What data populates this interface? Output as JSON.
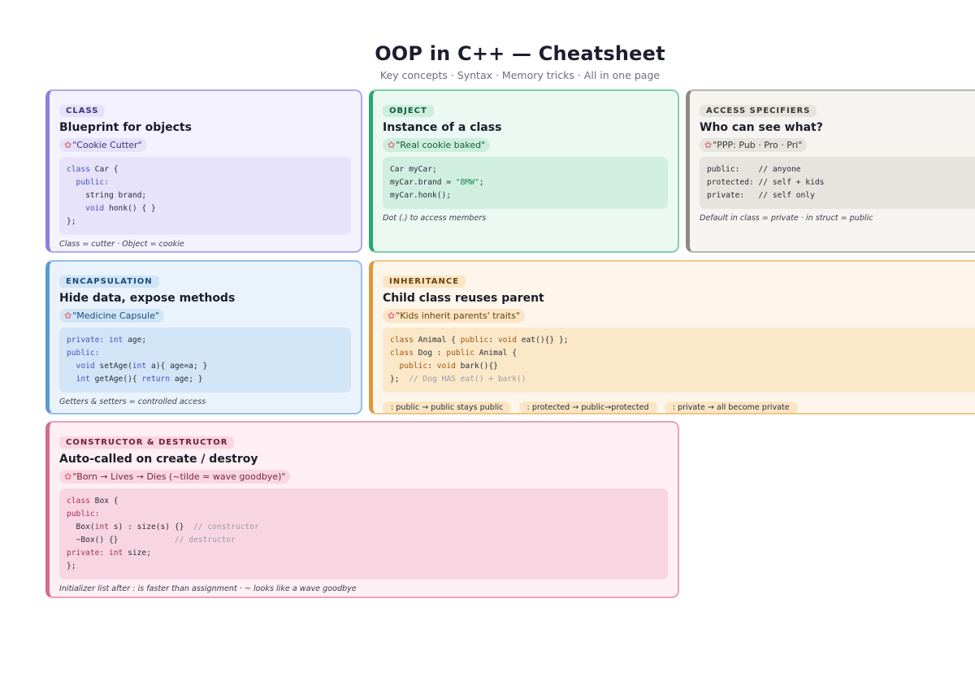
{
  "header": {
    "title": "OOP in C++ — Cheatsheet",
    "subtitle": "Key concepts · Syntax · Memory tricks · All in one page"
  },
  "cards": {
    "class": {
      "tag": "CLASS",
      "heading": "Blueprint for objects",
      "memory": "\"Cookie Cutter\"",
      "code": {
        "l1a": "class",
        "l1b": " Car {",
        "l2a": "  public:",
        "l3": "    string brand;",
        "l4a": "    void",
        "l4b": " honk() { }",
        "l5": "};"
      },
      "note": "Class = cutter · Object = cookie"
    },
    "object": {
      "tag": "OBJECT",
      "heading": "Instance of a class",
      "memory": "\"Real cookie baked\"",
      "code": {
        "l1": "Car myCar;",
        "l2a": "myCar.brand = ",
        "l2b": "\"BMW\"",
        "l2c": ";",
        "l3": "myCar.honk();"
      },
      "note": "Dot (.) to access members"
    },
    "access": {
      "tag": "ACCESS SPECIFIERS",
      "heading": "Who can see what?",
      "memory": "\"PPP: Pub · Pro · Pri\"",
      "code": {
        "l1": "public:    // anyone",
        "l2": "protected: // self + kids",
        "l3": "private:   // self only"
      },
      "note": "Default in class = private · in struct = public"
    },
    "encapsulation": {
      "tag": "ENCAPSULATION",
      "heading": "Hide data, expose methods",
      "memory": "\"Medicine Capsule\"",
      "code": {
        "l1a": "private:",
        "l1b": " int",
        "l1c": " age;",
        "l2": "public:",
        "l3a": "  void",
        "l3b": " setAge(",
        "l3c": "int",
        "l3d": " a){ age=a; }",
        "l4a": "  int",
        "l4b": " getAge(){ ",
        "l4c": "return",
        "l4d": " age; }"
      },
      "note": "Getters & setters = controlled access"
    },
    "inheritance": {
      "tag": "INHERITANCE",
      "heading": "Child class reuses parent",
      "memory": "\"Kids inherit parents' traits\"",
      "code": {
        "l1a": "class",
        "l1b": " Animal { ",
        "l1c": "public",
        "l1d": ": ",
        "l1e": "void",
        "l1f": " eat(){} };",
        "l2a": "class",
        "l2b": " Dog : ",
        "l2c": "public",
        "l2d": " Animal {",
        "l3a": "  public",
        "l3b": ": ",
        "l3c": "void",
        "l3d": " bark(){}",
        "l4a": "};  ",
        "l4b": "// Dog HAS eat() + bark()"
      },
      "pills": [
        ": public → public stays public",
        ": protected → public→protected",
        ": private → all become private"
      ]
    },
    "constructor": {
      "tag": "CONSTRUCTOR & DESTRUCTOR",
      "heading": "Auto-called on create / destroy",
      "memory": "\"Born → Lives → Dies (~tilde = wave goodbye)\"",
      "code": {
        "l1a": "class",
        "l1b": " Box {",
        "l2": "public:",
        "l3a": "  Box(",
        "l3b": "int",
        "l3c": " s) : size(s) {}  ",
        "l3d": "// constructor",
        "l4a": "  ~Box() {}            ",
        "l4b": "// destructor",
        "l5a": "private:",
        "l5b": " int",
        "l5c": " size;",
        "l6": "};"
      },
      "note": "Initializer list after : is faster than assignment · ~ looks like a wave goodbye"
    }
  },
  "icons": {
    "memory": "brain-icon"
  },
  "colors": {
    "class": "#8b7fe0",
    "object": "#2aa875",
    "access": "#8e8b82",
    "encapsulation": "#5b9ad8",
    "inheritance": "#d99a3c",
    "constructor": "#d86b8c"
  }
}
